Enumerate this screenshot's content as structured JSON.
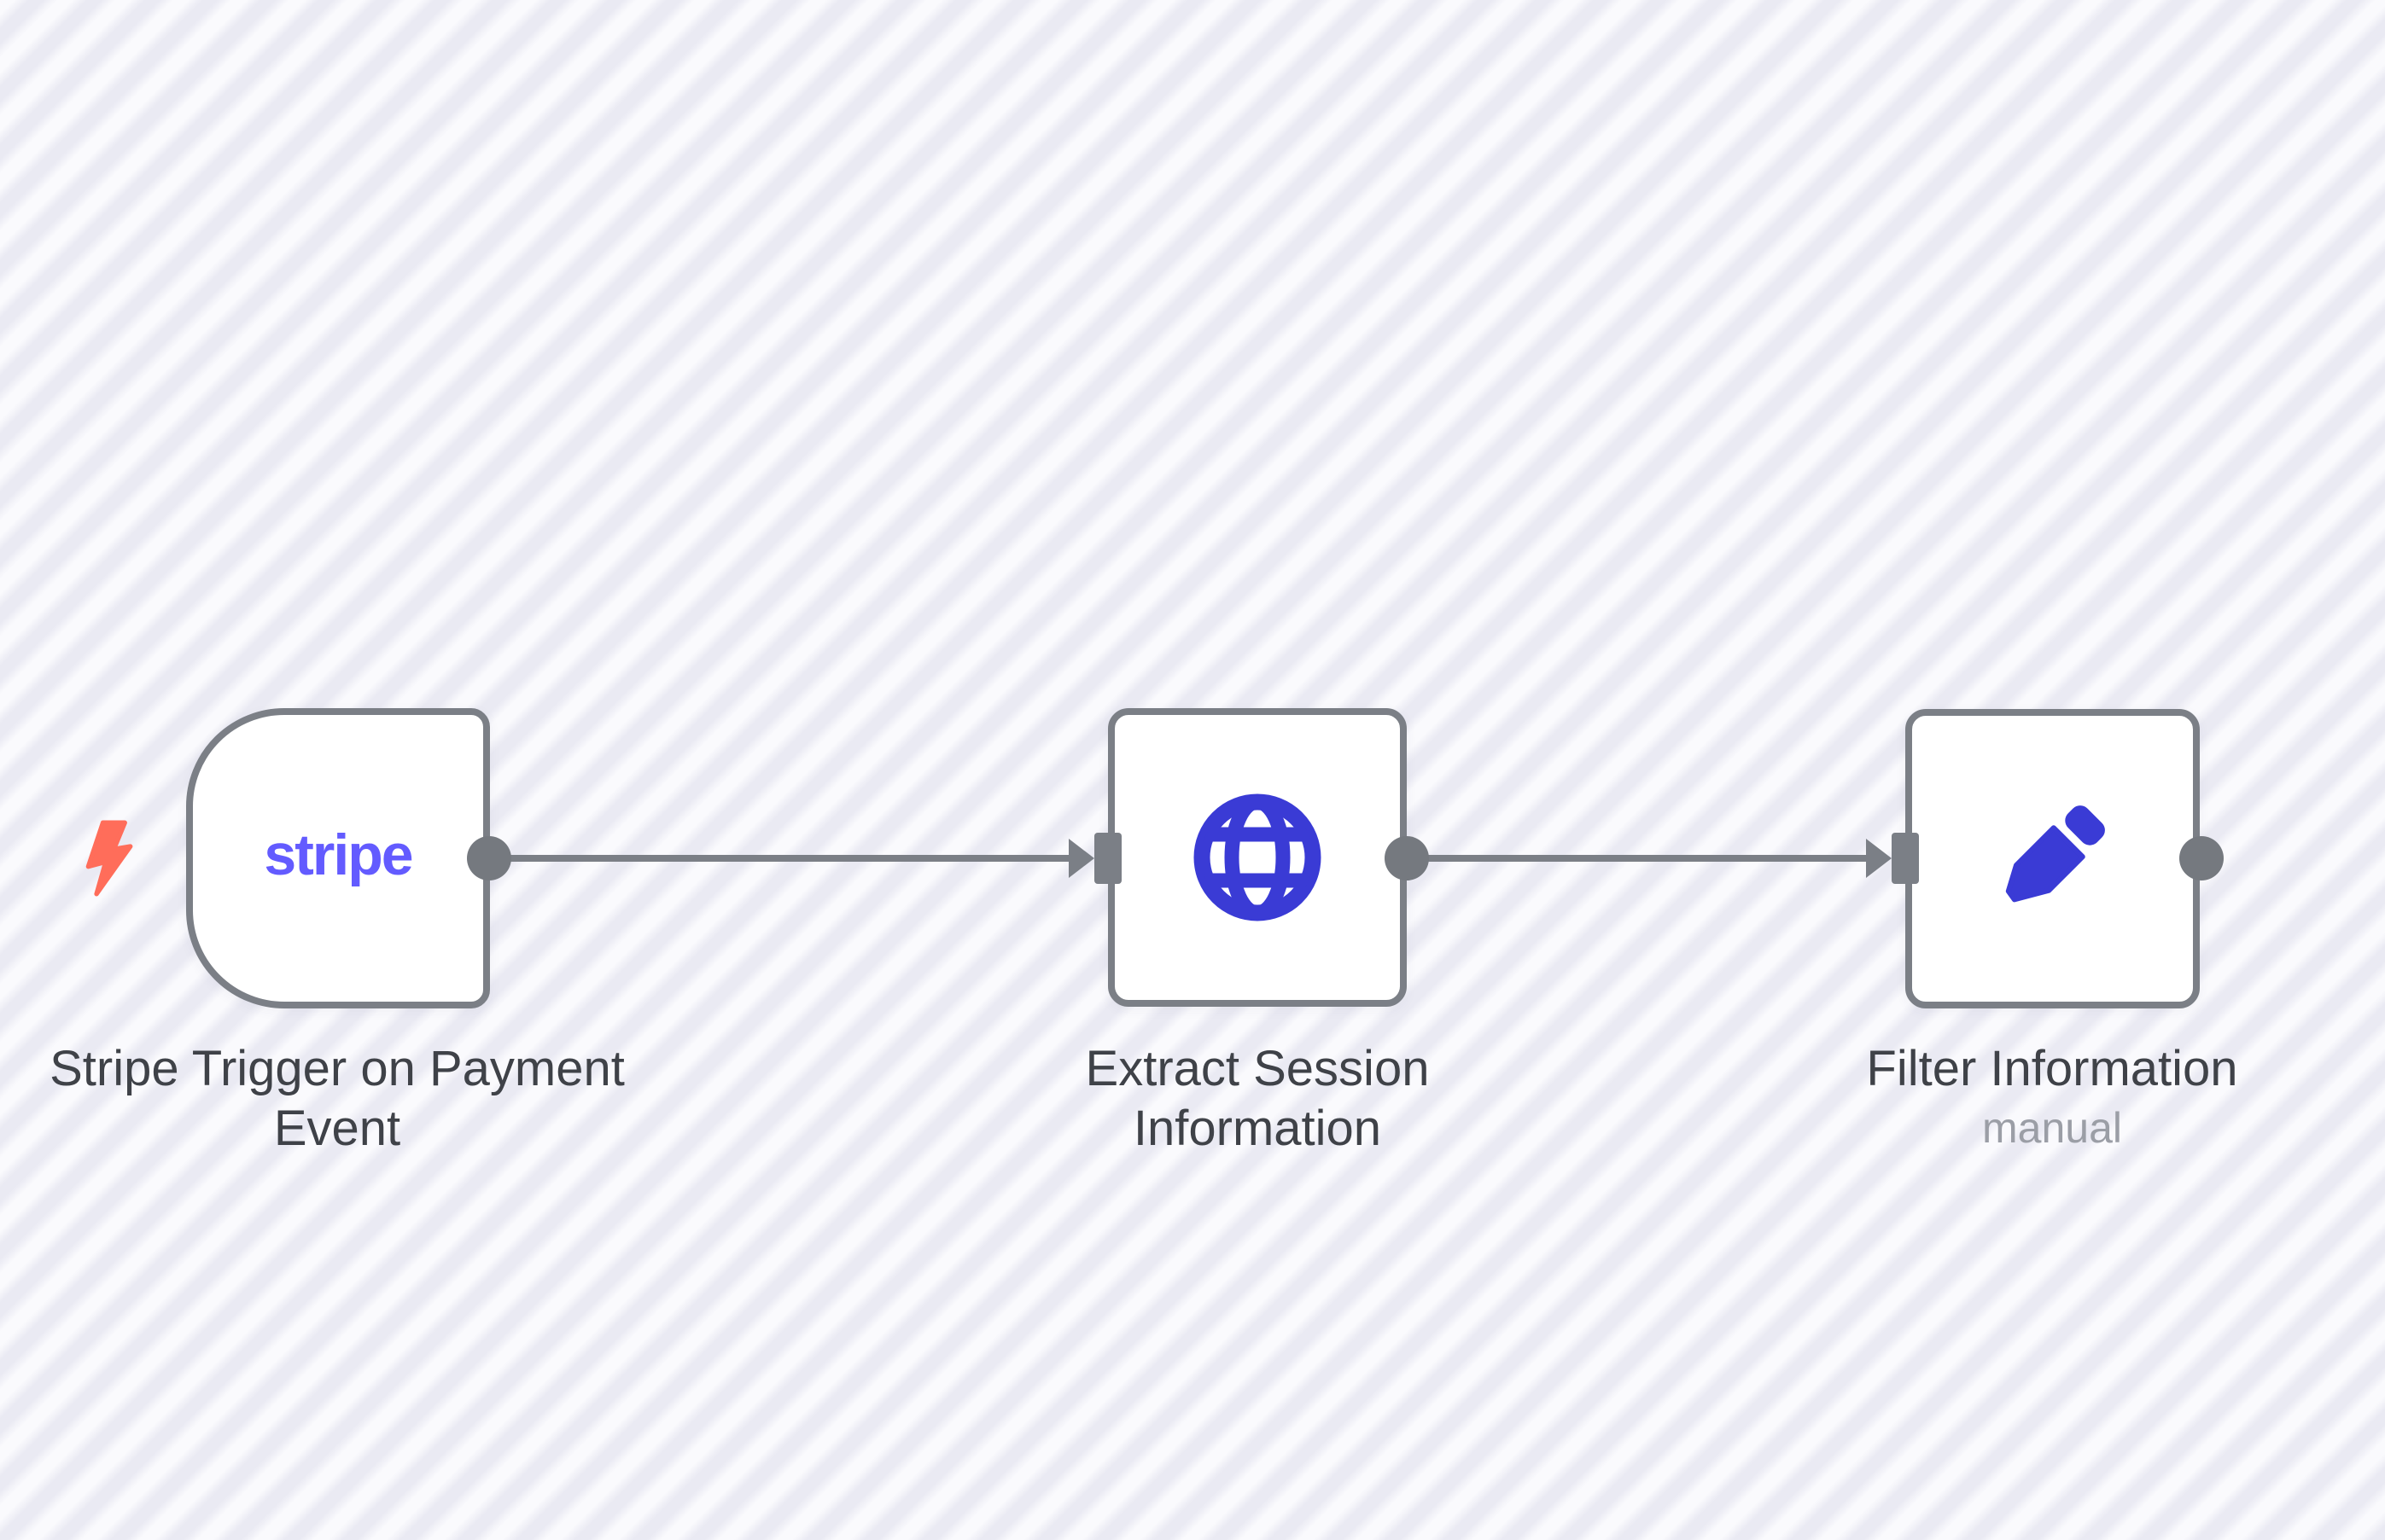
{
  "app": "workflow-canvas",
  "colors": {
    "canvas_stripe_light": "#fafafd",
    "canvas_stripe_dark": "#eaeaf3",
    "node_border_gray": "#7b7f86",
    "connector_gray": "#75797f",
    "icon_blue": "#3a3bd5",
    "stripe_brand_purple": "#635bff",
    "trigger_bolt_red": "#ff6d5a",
    "label_dark": "#3f4248",
    "sublabel_gray": "#9b9ea6"
  },
  "workflow": {
    "nodes": [
      {
        "name": "Stripe Trigger on Payment Event",
        "subtitle": "",
        "kind": "trigger",
        "icon": "stripe-wordmark",
        "icon_text": "stripe"
      },
      {
        "name": "Extract Session Information",
        "subtitle": "",
        "kind": "action",
        "icon": "globe"
      },
      {
        "name": "Filter Information",
        "subtitle": "manual",
        "kind": "action",
        "icon": "pencil"
      }
    ],
    "connections": [
      {
        "from": "Stripe Trigger on Payment Event",
        "to": "Extract Session Information"
      },
      {
        "from": "Extract Session Information",
        "to": "Filter Information"
      }
    ]
  }
}
